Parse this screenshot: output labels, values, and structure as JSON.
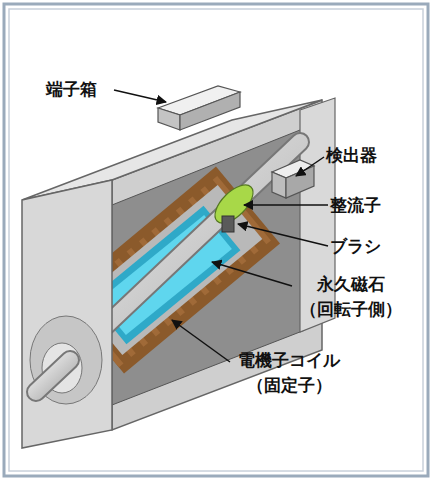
{
  "diagram": {
    "labels": [
      "端子箱",
      "検出器",
      "整流子",
      "ブラシ",
      "永久磁石 （回転子側）",
      "電機子コイル （固定子）"
    ]
  }
}
